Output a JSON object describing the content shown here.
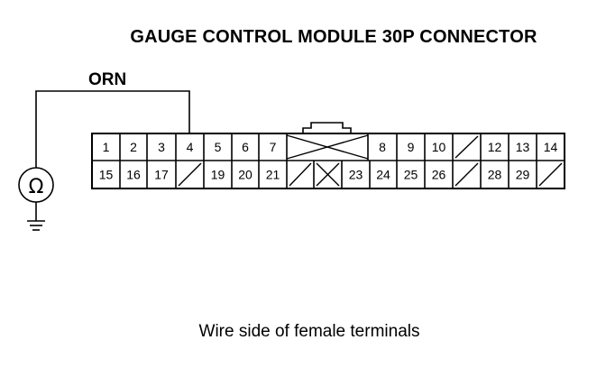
{
  "title": "GAUGE CONTROL MODULE 30P CONNECTOR",
  "wire_color": "ORN",
  "caption": "Wire side of female terminals",
  "meter_symbol": "Ω",
  "probe_pin": "4",
  "connector": {
    "top_row": [
      "1",
      "2",
      "3",
      "4",
      "5",
      "6",
      "7",
      "",
      "8",
      "9",
      "10",
      "",
      "12",
      "13",
      "14"
    ],
    "bottom_row": [
      "15",
      "16",
      "17",
      "",
      "19",
      "20",
      "21",
      "",
      "",
      "23",
      "24",
      "25",
      "26",
      "",
      "28",
      "29",
      ""
    ]
  }
}
